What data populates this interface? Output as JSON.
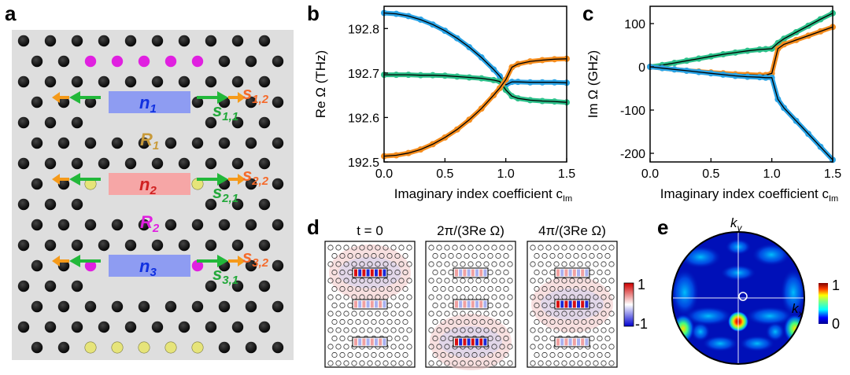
{
  "panels": {
    "a": "a",
    "b": "b",
    "c": "c",
    "d": "d",
    "e": "e"
  },
  "panel_a": {
    "resonators": [
      {
        "label": "n",
        "sub": "1",
        "color": "#8e9cf2"
      },
      {
        "label": "n",
        "sub": "2",
        "color": "#f6a6a6"
      },
      {
        "label": "n",
        "sub": "3",
        "color": "#8e9cf2"
      }
    ],
    "out_labels": [
      {
        "s": "s",
        "sub": "1,2"
      },
      {
        "s": "s",
        "sub": "1,1"
      },
      {
        "s": "s",
        "sub": "2,2"
      },
      {
        "s": "s",
        "sub": "2,1"
      },
      {
        "s": "s",
        "sub": "3,2"
      },
      {
        "s": "s",
        "sub": "3,1"
      }
    ],
    "reservoirs": [
      {
        "label": "R",
        "sub": "1"
      },
      {
        "label": "R",
        "sub": "2"
      }
    ],
    "colors": {
      "magenta": "#e020e0",
      "yellow": "#e6e47a",
      "green": "#22b83a",
      "orange": "#f59a1a"
    }
  },
  "chart_data": [
    {
      "panel": "b",
      "type": "line",
      "xlabel": "Imaginary index coefficient c",
      "xlabel_sub": "Im",
      "ylabel": "Re Ω (THz)",
      "xlim": [
        0,
        1.5
      ],
      "ylim": [
        192.5,
        192.85
      ],
      "xticks": [
        "0.0",
        "0.5",
        "1.0",
        "1.5"
      ],
      "yticks": [
        "192.5",
        "192.6",
        "192.7",
        "192.8"
      ],
      "series": [
        {
          "color": "#29a3e6",
          "x": [
            0,
            0.1,
            0.2,
            0.3,
            0.4,
            0.5,
            0.6,
            0.7,
            0.8,
            0.9,
            0.95,
            1.0,
            1.05,
            1.1,
            1.2,
            1.3,
            1.4,
            1.5
          ],
          "y": [
            192.835,
            192.833,
            192.828,
            192.82,
            192.809,
            192.795,
            192.778,
            192.758,
            192.735,
            192.708,
            192.693,
            192.673,
            192.68,
            192.68,
            192.679,
            192.679,
            192.679,
            192.678
          ]
        },
        {
          "color": "#2cc08a",
          "x": [
            0,
            0.1,
            0.2,
            0.3,
            0.4,
            0.5,
            0.6,
            0.7,
            0.8,
            0.9,
            0.95,
            1.0,
            1.05,
            1.1,
            1.2,
            1.3,
            1.4,
            1.5
          ],
          "y": [
            192.696,
            192.696,
            192.696,
            192.695,
            192.695,
            192.694,
            192.692,
            192.69,
            192.688,
            192.684,
            192.681,
            192.662,
            192.648,
            192.643,
            192.639,
            192.637,
            192.636,
            192.634
          ]
        },
        {
          "color": "#f58d1e",
          "x": [
            0,
            0.1,
            0.2,
            0.3,
            0.4,
            0.5,
            0.6,
            0.7,
            0.8,
            0.9,
            0.95,
            1.0,
            1.05,
            1.1,
            1.2,
            1.3,
            1.4,
            1.5
          ],
          "y": [
            192.513,
            192.515,
            192.52,
            192.528,
            192.54,
            192.555,
            192.573,
            192.595,
            192.62,
            192.65,
            192.666,
            192.685,
            192.713,
            192.72,
            192.726,
            192.729,
            192.731,
            192.732
          ]
        }
      ]
    },
    {
      "panel": "c",
      "type": "line",
      "xlabel": "Imaginary index coefficient c",
      "xlabel_sub": "Im",
      "ylabel": "Im Ω (GHz)",
      "xlim": [
        0,
        1.5
      ],
      "ylim": [
        -220,
        140
      ],
      "xticks": [
        "0.0",
        "0.5",
        "1.0",
        "1.5"
      ],
      "yticks": [
        "100",
        "0",
        "-100",
        "-200"
      ],
      "series": [
        {
          "color": "#2cc08a",
          "x": [
            0,
            0.1,
            0.2,
            0.3,
            0.4,
            0.5,
            0.6,
            0.7,
            0.8,
            0.9,
            0.95,
            1.0,
            1.05,
            1.1,
            1.2,
            1.3,
            1.4,
            1.5
          ],
          "y": [
            0,
            4,
            9,
            14,
            19,
            24,
            29,
            33,
            37,
            40,
            41,
            42,
            55,
            65,
            80,
            95,
            110,
            124
          ]
        },
        {
          "color": "#f58d1e",
          "x": [
            0,
            0.1,
            0.2,
            0.3,
            0.4,
            0.5,
            0.6,
            0.7,
            0.8,
            0.9,
            0.95,
            1.0,
            1.05,
            1.1,
            1.2,
            1.3,
            1.4,
            1.5
          ],
          "y": [
            0,
            -3,
            -6,
            -9,
            -11,
            -13,
            -15,
            -17,
            -18,
            -19,
            -19,
            -15,
            42,
            52,
            62,
            72,
            82,
            92
          ]
        },
        {
          "color": "#29a3e6",
          "x": [
            0,
            0.1,
            0.2,
            0.3,
            0.4,
            0.5,
            0.6,
            0.7,
            0.8,
            0.9,
            0.95,
            1.0,
            1.05,
            1.1,
            1.2,
            1.3,
            1.4,
            1.5
          ],
          "y": [
            0,
            -3,
            -6,
            -9,
            -12,
            -15,
            -18,
            -21,
            -23,
            -24,
            -25,
            -25,
            -75,
            -95,
            -125,
            -155,
            -185,
            -215
          ]
        }
      ]
    }
  ],
  "panel_d": {
    "titles": [
      "t = 0",
      "2π/(3Re Ω)",
      "4π/(3Re Ω)"
    ],
    "colorbar_ticks": [
      "1",
      "-1"
    ]
  },
  "panel_e": {
    "ky": "k",
    "ky_sub": "y",
    "kx": "k",
    "kx_sub": "x",
    "colorbar_ticks": [
      "1",
      "0"
    ]
  }
}
